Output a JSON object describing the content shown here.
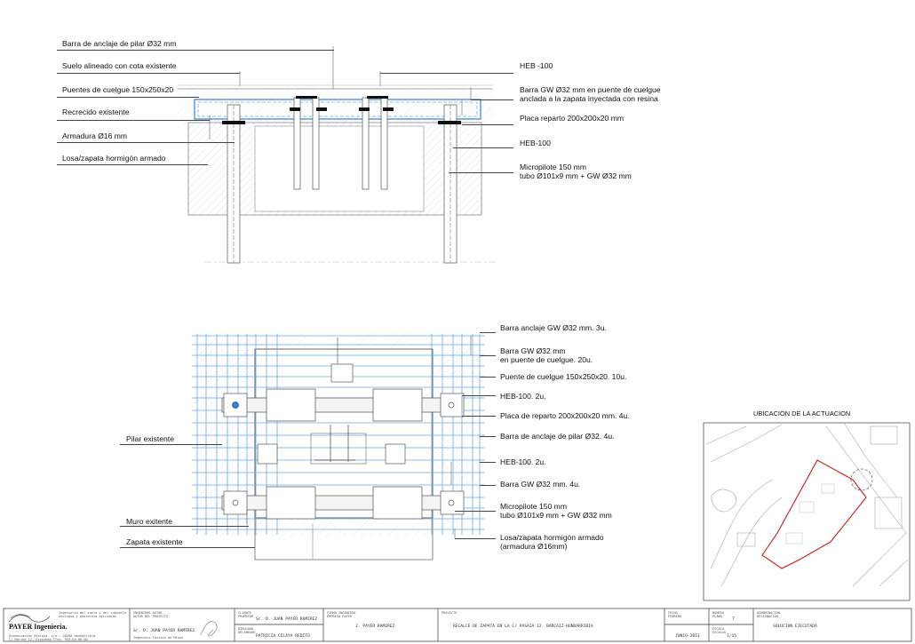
{
  "section": {
    "labels_left": [
      "Barra de anclaje de pilar Ø32 mm",
      "Suelo alineado con cota existente",
      "Puentes de  cuelgue 150x250x20",
      "Recrecido existente",
      "Armadura Ø16 mm",
      "Losa/zapata hormigón armado"
    ],
    "labels_right": [
      {
        "lines": [
          "HEB -100"
        ]
      },
      {
        "lines": [
          "Barra GW Ø32 mm en puente de cuelgue",
          "anclada a la zapata inyectada con resina"
        ]
      },
      {
        "lines": [
          "Placa reparto 200x200x20 mm"
        ]
      },
      {
        "lines": [
          "HEB-100"
        ]
      },
      {
        "lines": [
          "Micropilote 150 mm",
          "tubo Ø101x9 mm + GW Ø32 mm"
        ]
      }
    ]
  },
  "plan": {
    "labels_left": [
      "Pilar existente",
      "Muro exitente",
      "Zapata existente"
    ],
    "labels_right": [
      {
        "lines": [
          "Barra anclaje GW Ø32 mm. 3u."
        ]
      },
      {
        "lines": [
          "Barra GW Ø32 mm",
          "en puente de cuelgue. 20u."
        ]
      },
      {
        "lines": [
          "Puente de cuelgue 150x250x20. 10u."
        ]
      },
      {
        "lines": [
          "HEB-100. 2u."
        ]
      },
      {
        "lines": [
          "Placa de reparto 200x200x20 mm. 4u."
        ]
      },
      {
        "lines": [
          "Barra de anclaje de pilar Ø32. 4u."
        ]
      },
      {
        "lines": [
          "HEB-100. 2u."
        ]
      },
      {
        "lines": [
          "Barra GW Ø32 mm. 4u."
        ]
      },
      {
        "lines": [
          "Micropilote 150 mm",
          "tubo Ø101x9 mm + GW Ø32 mm"
        ]
      },
      {
        "lines": [
          "Losa/zapata hormigón armado",
          "(armadura Ø16mm)"
        ]
      }
    ]
  },
  "location": {
    "title": "UBICACION DE LA ACTUACION"
  },
  "title_block": {
    "company_name": "PAYER Ingeniería.",
    "company_tagline": [
      "Ingeniería del suelo y del subsuelo",
      "Geología y geotecnia aplicadas"
    ],
    "company_address": [
      "Urbanización Atalaya, s/n - 20280 Hondarribia",
      "C/ Marina 12, Gipuzkoa   Tfno. 943-64-00-00"
    ],
    "engineer_caption": [
      "INGENIERO AUTOR",
      "AUTOR DEL PROYECTO"
    ],
    "engineer_name": "Sr. D. JUAN PAYER RAMIREZ",
    "engineer_subtitle": "Ingeniero Técnico de Minas",
    "client_caption": [
      "CLIENTE",
      "PROMOTOR"
    ],
    "client_name": "Sr. D. JUAN PAYER RAMIREZ",
    "drawn_caption": [
      "DIBUJADO",
      "DELINEADO"
    ],
    "drawn_name": "PATRICIA CELAYA REDITO",
    "signature_caption": [
      "FIRMA INGENIERO",
      "EMPRESA PAYER"
    ],
    "signature_name": "J. PAYER RAMIREZ",
    "project_caption": "PROYECTO",
    "project_title": "RECALCE DE ZAPATA EN LA C/ PASAIA 12. BARCAIZ-HONDARRIBIA",
    "date_caption": [
      "FECHA",
      "FEBRERO"
    ],
    "date_value": "JUNIO-2013",
    "scale_caption": [
      "ESCALA",
      "ESCALAS"
    ],
    "scale_value": "1/15",
    "number_caption": [
      "NÚMERO",
      "PLANO"
    ],
    "number_value": "7",
    "plan_caption": [
      "DENOMINACIÓN",
      "DESIGNACIÓN"
    ],
    "plan_title": "SOLUCION EJECUTADA"
  },
  "colors": {
    "rebar_blue": "#2f7fd6",
    "plan_grid_blue": "#6aa8ee",
    "red_outline": "#d01818"
  }
}
